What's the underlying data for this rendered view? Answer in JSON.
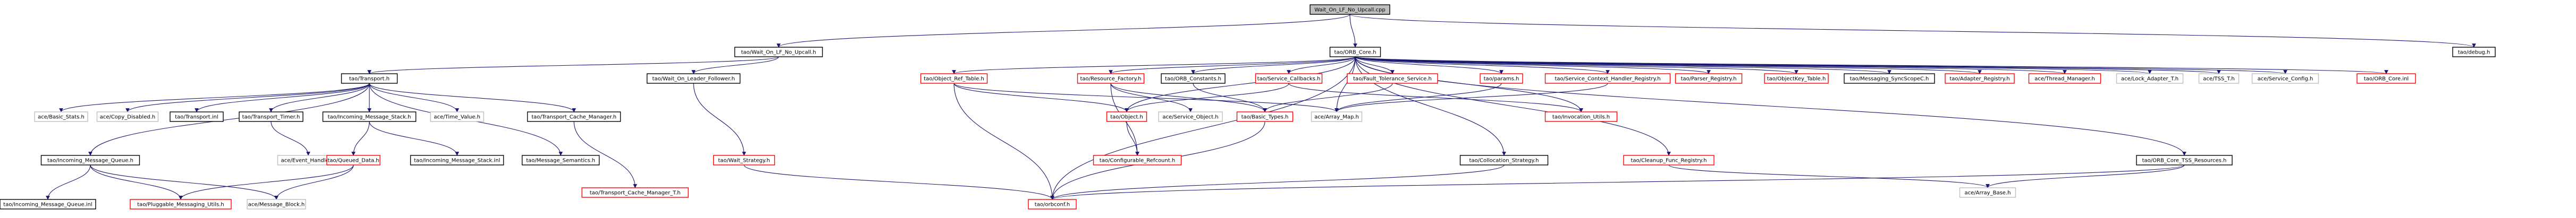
{
  "colors": {
    "root_fill": "#bfbfbf",
    "node_fill": "#ffffff",
    "documented_border": "#000000",
    "undocumented_border": "#ff0000",
    "external_border": "#bfbfbf",
    "edge": "#191970"
  },
  "nodes": [
    {
      "id": "root",
      "label": "Wait_On_LF_No_Upcall.cpp",
      "kind": "root"
    },
    {
      "id": "wolfnu_h",
      "label": "tao/Wait_On_LF_No_Upcall.h",
      "kind": "documented"
    },
    {
      "id": "orb_core_h",
      "label": "tao/ORB_Core.h",
      "kind": "documented"
    },
    {
      "id": "debug_h",
      "label": "tao/debug.h",
      "kind": "documented"
    },
    {
      "id": "transport_h",
      "label": "tao/Transport.h",
      "kind": "documented"
    },
    {
      "id": "wolf_h",
      "label": "tao/Wait_On_Leader_Follower.h",
      "kind": "documented"
    },
    {
      "id": "obj_ref_table_h",
      "label": "tao/Object_Ref_Table.h",
      "kind": "undocumented"
    },
    {
      "id": "resource_factory_h",
      "label": "tao/Resource_Factory.h",
      "kind": "undocumented"
    },
    {
      "id": "orb_constants_h",
      "label": "tao/ORB_Constants.h",
      "kind": "documented"
    },
    {
      "id": "service_callbacks_h",
      "label": "tao/Service_Callbacks.h",
      "kind": "undocumented"
    },
    {
      "id": "ft_service_h",
      "label": "tao/Fault_Tolerance_Service.h",
      "kind": "undocumented"
    },
    {
      "id": "params_h",
      "label": "tao/params.h",
      "kind": "undocumented"
    },
    {
      "id": "sch_registry_h",
      "label": "tao/Service_Context_Handler_Registry.h",
      "kind": "undocumented"
    },
    {
      "id": "parser_registry_h",
      "label": "tao/Parser_Registry.h",
      "kind": "undocumented"
    },
    {
      "id": "objectkey_table_h",
      "label": "tao/ObjectKey_Table.h",
      "kind": "undocumented"
    },
    {
      "id": "msg_sync_scope_h",
      "label": "tao/Messaging_SyncScopeC.h",
      "kind": "documented"
    },
    {
      "id": "adapter_registry_h",
      "label": "tao/Adapter_Registry.h",
      "kind": "undocumented"
    },
    {
      "id": "thread_manager_h",
      "label": "ace/Thread_Manager.h",
      "kind": "undocumented"
    },
    {
      "id": "lock_adapter_t_h",
      "label": "ace/Lock_Adapter_T.h",
      "kind": "external"
    },
    {
      "id": "tss_t_h",
      "label": "ace/TSS_T.h",
      "kind": "external"
    },
    {
      "id": "service_config_h",
      "label": "ace/Service_Config.h",
      "kind": "external"
    },
    {
      "id": "orb_core_inl",
      "label": "tao/ORB_Core.inl",
      "kind": "undocumented"
    },
    {
      "id": "basic_stats_h",
      "label": "ace/Basic_Stats.h",
      "kind": "external"
    },
    {
      "id": "copy_disabled_h",
      "label": "ace/Copy_Disabled.h",
      "kind": "external"
    },
    {
      "id": "transport_inl",
      "label": "tao/Transport.inl",
      "kind": "documented"
    },
    {
      "id": "transport_timer_h",
      "label": "tao/Transport_Timer.h",
      "kind": "documented"
    },
    {
      "id": "incoming_msg_stack_h",
      "label": "tao/Incoming_Message_Stack.h",
      "kind": "documented"
    },
    {
      "id": "time_value_h",
      "label": "ace/Time_Value.h",
      "kind": "external"
    },
    {
      "id": "transport_cache_mgr_h",
      "label": "tao/Transport_Cache_Manager.h",
      "kind": "documented"
    },
    {
      "id": "object_h",
      "label": "tao/Object.h",
      "kind": "undocumented"
    },
    {
      "id": "service_object_h",
      "label": "ace/Service_Object.h",
      "kind": "external"
    },
    {
      "id": "basic_types_h",
      "label": "tao/Basic_Types.h",
      "kind": "undocumented"
    },
    {
      "id": "array_map_h",
      "label": "ace/Array_Map.h",
      "kind": "external"
    },
    {
      "id": "invocation_utils_h",
      "label": "tao/Invocation_Utils.h",
      "kind": "undocumented"
    },
    {
      "id": "cleanup_func_registry_h",
      "label": "tao/Cleanup_Func_Registry.h",
      "kind": "undocumented"
    },
    {
      "id": "orb_core_tss_h",
      "label": "tao/ORB_Core_TSS_Resources.h",
      "kind": "documented"
    },
    {
      "id": "incoming_msg_queue_h",
      "label": "tao/Incoming_Message_Queue.h",
      "kind": "documented"
    },
    {
      "id": "event_handler_h",
      "label": "ace/Event_Handler.h",
      "kind": "external"
    },
    {
      "id": "queued_data_h",
      "label": "tao/Queued_Data.h",
      "kind": "undocumented"
    },
    {
      "id": "incoming_msg_stack_inl",
      "label": "tao/Incoming_Message_Stack.inl",
      "kind": "documented"
    },
    {
      "id": "message_semantics_h",
      "label": "tao/Message_Semantics.h",
      "kind": "documented"
    },
    {
      "id": "wait_strategy_h",
      "label": "tao/Wait_Strategy.h",
      "kind": "undocumented"
    },
    {
      "id": "configurable_refcount_h",
      "label": "tao/Configurable_Refcount.h",
      "kind": "undocumented"
    },
    {
      "id": "collocation_strategy_h",
      "label": "tao/Collocation_Strategy.h",
      "kind": "documented"
    },
    {
      "id": "array_base_h",
      "label": "ace/Array_Base.h",
      "kind": "external"
    },
    {
      "id": "transport_cache_mgr_t_h",
      "label": "tao/Transport_Cache_Manager_T.h",
      "kind": "undocumented"
    },
    {
      "id": "incoming_msg_queue_inl",
      "label": "tao/Incoming_Message_Queue.inl",
      "kind": "documented"
    },
    {
      "id": "pluggable_messaging_utils_h",
      "label": "tao/Pluggable_Messaging_Utils.h",
      "kind": "undocumented"
    },
    {
      "id": "message_block_h",
      "label": "ace/Message_Block.h",
      "kind": "external"
    },
    {
      "id": "orbconf_h",
      "label": "tao/orbconf.h",
      "kind": "undocumented"
    }
  ],
  "edges": [
    [
      "root",
      "wolfnu_h"
    ],
    [
      "root",
      "orb_core_h"
    ],
    [
      "root",
      "debug_h"
    ],
    [
      "wolfnu_h",
      "transport_h"
    ],
    [
      "wolfnu_h",
      "wolf_h"
    ],
    [
      "orb_core_h",
      "obj_ref_table_h"
    ],
    [
      "orb_core_h",
      "resource_factory_h"
    ],
    [
      "orb_core_h",
      "orb_constants_h"
    ],
    [
      "orb_core_h",
      "service_callbacks_h"
    ],
    [
      "orb_core_h",
      "ft_service_h"
    ],
    [
      "orb_core_h",
      "params_h"
    ],
    [
      "orb_core_h",
      "sch_registry_h"
    ],
    [
      "orb_core_h",
      "parser_registry_h"
    ],
    [
      "orb_core_h",
      "objectkey_table_h"
    ],
    [
      "orb_core_h",
      "msg_sync_scope_h"
    ],
    [
      "orb_core_h",
      "adapter_registry_h"
    ],
    [
      "orb_core_h",
      "thread_manager_h"
    ],
    [
      "orb_core_h",
      "lock_adapter_t_h"
    ],
    [
      "orb_core_h",
      "tss_t_h"
    ],
    [
      "orb_core_h",
      "service_config_h"
    ],
    [
      "orb_core_h",
      "orb_core_inl"
    ],
    [
      "orb_core_h",
      "cleanup_func_registry_h"
    ],
    [
      "orb_core_h",
      "orb_core_tss_h"
    ],
    [
      "orb_core_h",
      "collocation_strategy_h"
    ],
    [
      "orb_core_h",
      "object_h"
    ],
    [
      "orb_core_h",
      "invocation_utils_h"
    ],
    [
      "orb_core_h",
      "array_map_h"
    ],
    [
      "orb_core_h",
      "orbconf_h"
    ],
    [
      "transport_h",
      "basic_stats_h"
    ],
    [
      "transport_h",
      "copy_disabled_h"
    ],
    [
      "transport_h",
      "transport_inl"
    ],
    [
      "transport_h",
      "transport_timer_h"
    ],
    [
      "transport_h",
      "incoming_msg_stack_h"
    ],
    [
      "transport_h",
      "time_value_h"
    ],
    [
      "transport_h",
      "transport_cache_mgr_h"
    ],
    [
      "transport_h",
      "incoming_msg_queue_h"
    ],
    [
      "transport_h",
      "message_semantics_h"
    ],
    [
      "wolf_h",
      "wait_strategy_h"
    ],
    [
      "obj_ref_table_h",
      "object_h"
    ],
    [
      "obj_ref_table_h",
      "array_map_h"
    ],
    [
      "obj_ref_table_h",
      "orbconf_h"
    ],
    [
      "resource_factory_h",
      "service_object_h"
    ],
    [
      "resource_factory_h",
      "basic_types_h"
    ],
    [
      "resource_factory_h",
      "configurable_refcount_h"
    ],
    [
      "orb_constants_h",
      "basic_types_h"
    ],
    [
      "service_callbacks_h",
      "object_h"
    ],
    [
      "service_callbacks_h",
      "invocation_utils_h"
    ],
    [
      "ft_service_h",
      "basic_types_h"
    ],
    [
      "params_h",
      "array_map_h"
    ],
    [
      "sch_registry_h",
      "array_map_h"
    ],
    [
      "cleanup_func_registry_h",
      "array_base_h"
    ],
    [
      "orb_core_tss_h",
      "array_base_h"
    ],
    [
      "orb_core_tss_h",
      "orbconf_h"
    ],
    [
      "transport_timer_h",
      "event_handler_h"
    ],
    [
      "incoming_msg_stack_h",
      "incoming_msg_stack_inl"
    ],
    [
      "incoming_msg_stack_h",
      "queued_data_h"
    ],
    [
      "transport_cache_mgr_h",
      "transport_cache_mgr_t_h"
    ],
    [
      "incoming_msg_queue_h",
      "incoming_msg_queue_inl"
    ],
    [
      "incoming_msg_queue_h",
      "pluggable_messaging_utils_h"
    ],
    [
      "incoming_msg_queue_h",
      "message_block_h"
    ],
    [
      "queued_data_h",
      "pluggable_messaging_utils_h"
    ],
    [
      "queued_data_h",
      "message_block_h"
    ],
    [
      "object_h",
      "configurable_refcount_h"
    ],
    [
      "basic_types_h",
      "orbconf_h"
    ],
    [
      "wait_strategy_h",
      "orbconf_h"
    ],
    [
      "collocation_strategy_h",
      "orbconf_h"
    ]
  ]
}
